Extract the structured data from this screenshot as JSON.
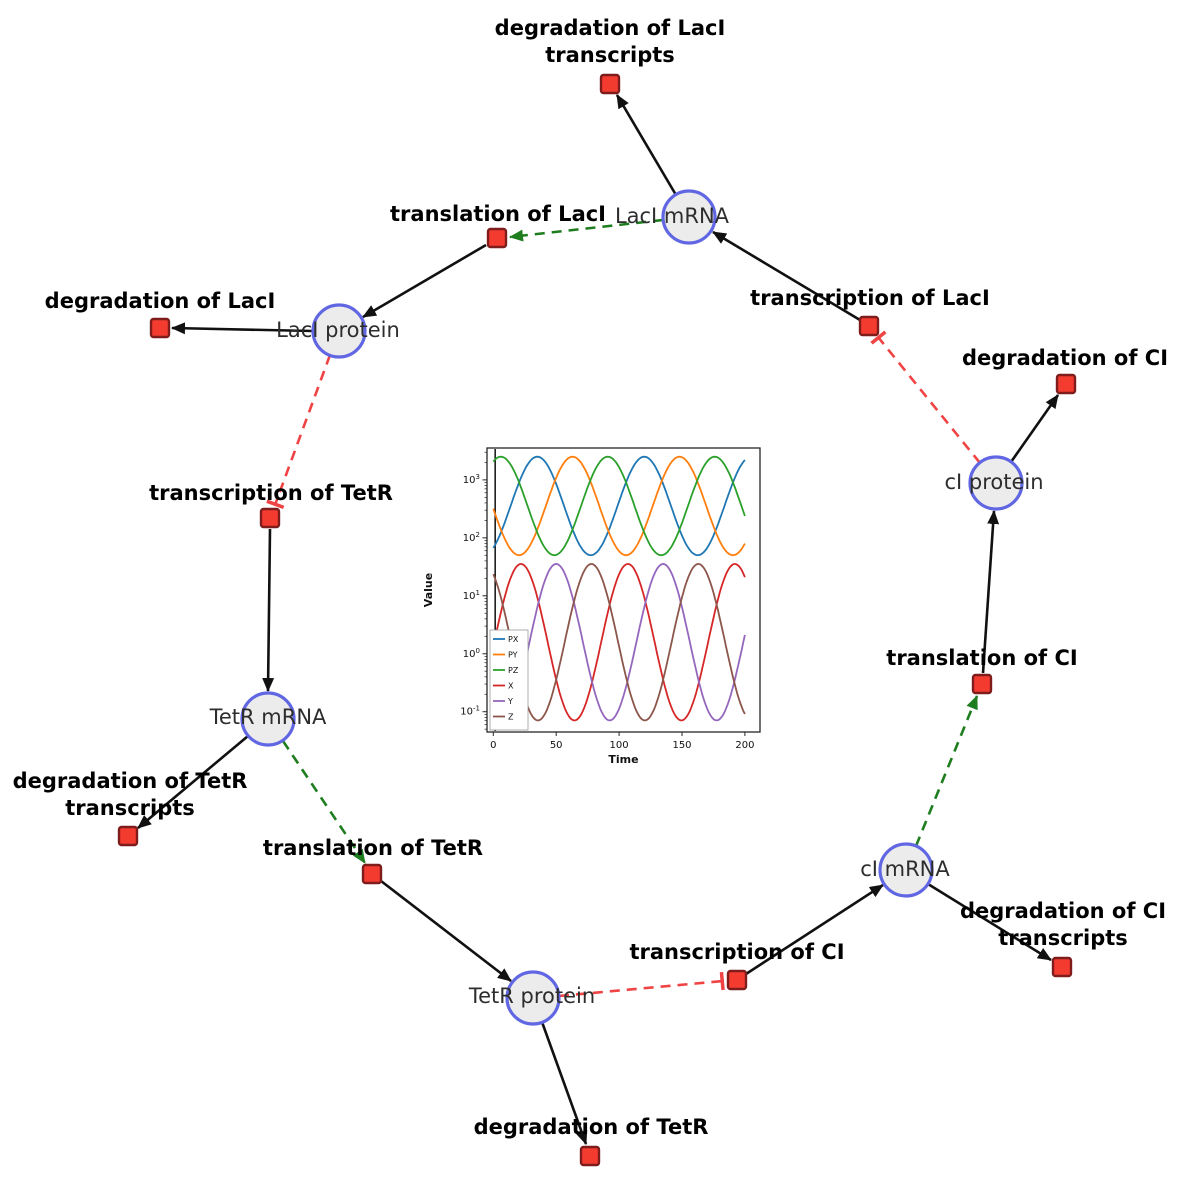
{
  "diagram": {
    "species": [
      {
        "label": "LacI mRNA"
      },
      {
        "label": "LacI protein"
      },
      {
        "label": "TetR mRNA"
      },
      {
        "label": "TetR protein"
      },
      {
        "label": "cI mRNA"
      },
      {
        "label": "cI protein"
      }
    ],
    "reactions": [
      {
        "label": "degradation of LacI",
        "label2": "transcripts"
      },
      {
        "label": "translation of LacI"
      },
      {
        "label": "transcription of LacI"
      },
      {
        "label": "degradation of LacI"
      },
      {
        "label": "degradation of CI"
      },
      {
        "label": "transcription of TetR"
      },
      {
        "label": "translation of CI"
      },
      {
        "label": "degradation of TetR",
        "label2": "transcripts"
      },
      {
        "label": "translation of TetR"
      },
      {
        "label": "degradation of CI",
        "label2": "transcripts"
      },
      {
        "label": "transcription of CI"
      },
      {
        "label": "degradation of TetR"
      }
    ],
    "colors": {
      "species_fill": "#ececec",
      "species_stroke": "#6167e2",
      "reaction_fill": "#f43b2f",
      "reaction_stroke": "#7f1d1d",
      "edge": "#111111",
      "modifier": "#1e7d1e",
      "inhibition": "#f04343"
    }
  },
  "chart_data": {
    "type": "line",
    "title": "",
    "xlabel": "Time",
    "ylabel": "Value",
    "x_ticks": [
      0,
      50,
      100,
      150,
      200
    ],
    "xlim": [
      -5,
      212
    ],
    "y_scale": "log",
    "y_tick_exponents": [
      -1,
      0,
      1,
      2,
      3
    ],
    "ylim_log": [
      -1.35,
      3.55
    ],
    "legend_position": "lower left",
    "grid": false,
    "initial_spike_x": 1.5,
    "series": [
      {
        "name": "PX",
        "color": "#1f77b4",
        "center_log": 2.55,
        "amp_log": 0.85,
        "peak_t": 35,
        "period": 85
      },
      {
        "name": "PY",
        "color": "#ff7f0e",
        "center_log": 2.55,
        "amp_log": 0.85,
        "peak_t": 63,
        "period": 85
      },
      {
        "name": "PZ",
        "color": "#2ca02c",
        "center_log": 2.55,
        "amp_log": 0.85,
        "peak_t": 91,
        "period": 85
      },
      {
        "name": "X",
        "color": "#d62728",
        "center_log": 0.2,
        "amp_log": 1.35,
        "peak_t": 22,
        "period": 85
      },
      {
        "name": "Y",
        "color": "#9467bd",
        "center_log": 0.2,
        "amp_log": 1.35,
        "peak_t": 50,
        "period": 85
      },
      {
        "name": "Z",
        "color": "#8c564b",
        "center_log": 0.2,
        "amp_log": 1.35,
        "peak_t": 78,
        "period": 85
      }
    ]
  }
}
